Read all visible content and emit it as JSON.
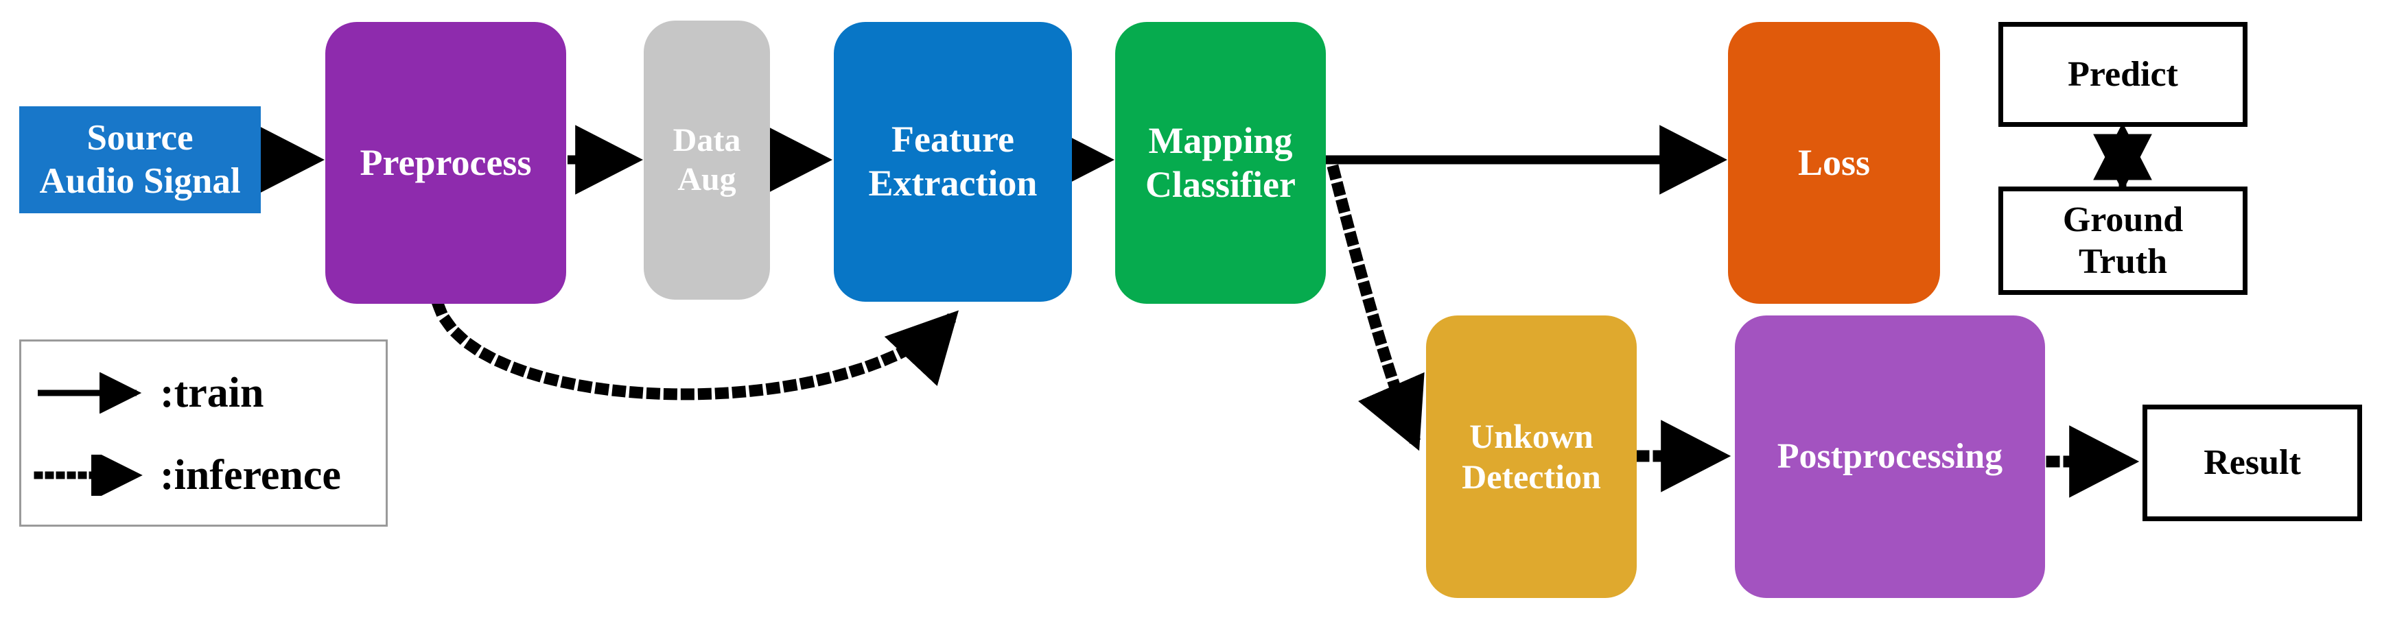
{
  "diagram": {
    "title": "Audio classification pipeline flowchart",
    "background": "#ffffff",
    "nodes": {
      "source_audio_signal": {
        "label": "Source\nAudio Signal",
        "color": "#1877c9",
        "text_color": "#ffffff",
        "shape": "rectangle"
      },
      "preprocess": {
        "label": "Preprocess",
        "color": "#8e2bad",
        "text_color": "#ffffff",
        "shape": "rounded-rectangle"
      },
      "data_aug": {
        "label": "Data\nAug",
        "color": "#c6c6c6",
        "text_color": "#ffffff",
        "shape": "rounded-rectangle"
      },
      "feature_extraction": {
        "label": "Feature\nExtraction",
        "color": "#0876c6",
        "text_color": "#ffffff",
        "shape": "rounded-rectangle"
      },
      "mapping_classifier": {
        "label": "Mapping\nClassifier",
        "color": "#06ab4e",
        "text_color": "#ffffff",
        "shape": "rounded-rectangle"
      },
      "loss": {
        "label": "Loss",
        "color": "#e05a0b",
        "text_color": "#ffffff",
        "shape": "rounded-rectangle"
      },
      "predict": {
        "label": "Predict",
        "color": "#ffffff",
        "text_color": "#000000",
        "shape": "rectangle"
      },
      "ground_truth": {
        "label": "Ground\nTruth",
        "color": "#ffffff",
        "text_color": "#000000",
        "shape": "rectangle"
      },
      "unknown_detection": {
        "label": "Unkown\nDetection",
        "color": "#dfa92e",
        "text_color": "#ffffff",
        "shape": "rounded-rectangle"
      },
      "postprocessing": {
        "label": "Postprocessing",
        "color": "#a353c0",
        "text_color": "#ffffff",
        "shape": "rounded-rectangle"
      },
      "result": {
        "label": "Result",
        "color": "#ffffff",
        "text_color": "#000000",
        "shape": "rectangle"
      }
    },
    "edges": [
      {
        "from": "source_audio_signal",
        "to": "preprocess",
        "style": "solid",
        "kind": "train"
      },
      {
        "from": "preprocess",
        "to": "data_aug",
        "style": "solid",
        "kind": "train"
      },
      {
        "from": "data_aug",
        "to": "feature_extraction",
        "style": "solid",
        "kind": "train"
      },
      {
        "from": "feature_extraction",
        "to": "mapping_classifier",
        "style": "solid",
        "kind": "train"
      },
      {
        "from": "mapping_classifier",
        "to": "loss",
        "style": "solid",
        "kind": "train"
      },
      {
        "from": "predict",
        "to": "ground_truth",
        "style": "solid",
        "kind": "compare",
        "bidirectional": true
      },
      {
        "from": "preprocess",
        "to": "feature_extraction",
        "style": "dotted",
        "kind": "inference",
        "curved": true
      },
      {
        "from": "mapping_classifier",
        "to": "unknown_detection",
        "style": "dotted",
        "kind": "inference"
      },
      {
        "from": "unknown_detection",
        "to": "postprocessing",
        "style": "dotted",
        "kind": "inference"
      },
      {
        "from": "postprocessing",
        "to": "result",
        "style": "dotted",
        "kind": "inference"
      }
    ],
    "legend": {
      "border_color": "#9a9a9a",
      "items": [
        {
          "glyph": "solid-arrow-icon",
          "label": ":train"
        },
        {
          "glyph": "dotted-arrow-icon",
          "label": ":inference"
        }
      ]
    }
  }
}
